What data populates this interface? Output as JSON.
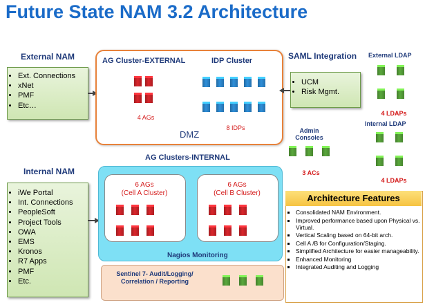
{
  "title": "Future State NAM 3.2 Architecture",
  "external_nam": {
    "label": "External NAM",
    "items": [
      "Ext. Connections",
      "xNet",
      "PMF",
      "Etc…"
    ]
  },
  "dmz": {
    "label": "DMZ",
    "ag_external": {
      "label": "AG Cluster-EXTERNAL",
      "count_label": "4 AGs"
    },
    "idp": {
      "label": "IDP Cluster",
      "count_label": "8 IDPs"
    }
  },
  "saml": {
    "label": "SAML Integration",
    "items": [
      "UCM",
      "Risk Mgmt."
    ]
  },
  "external_ldap": {
    "label": "External LDAP",
    "count_label": "4 LDAPs"
  },
  "internal_ldap": {
    "label": "Internal LDAP",
    "count_label": "4 LDAPs"
  },
  "admin": {
    "label_line1": "Admin",
    "label_line2": "Consoles",
    "count_label": "3 ACs"
  },
  "internal_nam": {
    "label": "Internal NAM",
    "items": [
      "iWe Portal",
      "Int. Connections",
      "PeopleSoft",
      "Project Tools",
      "OWA",
      "EMS",
      "Kronos",
      "R7 Apps",
      "PMF",
      "Etc."
    ]
  },
  "ag_internal": {
    "label": "AG Clusters-INTERNAL",
    "cell_a": {
      "line1": "6 AGs",
      "line2": "(Cell A Cluster)"
    },
    "cell_b": {
      "line1": "6 AGs",
      "line2": "(Cell B Cluster)"
    },
    "monitoring": "Nagios Monitoring"
  },
  "sentinel": {
    "line1": "Sentinel 7- Audit/Logging/",
    "line2": "Correlation / Reporting"
  },
  "features": {
    "label": "Architecture Features",
    "items": [
      "Consolidated NAM Environment.",
      "Improved performance based upon Physical vs. Virtual.",
      "Vertical Scaling based on 64-bit arch.",
      "Cell A /B for Configuration/Staging.",
      "Simplified Architecture for easier manageability.",
      "Enhanced Monitoring",
      "Integrated Auditing and Logging"
    ]
  },
  "colors": {
    "title": "#1a6bc8",
    "server_red": "#d9262c",
    "server_blue": "#2f8fd9",
    "server_green": "#5aa83c",
    "dmz_border": "#e8823a",
    "internal_panel": "#7ee0f5"
  }
}
